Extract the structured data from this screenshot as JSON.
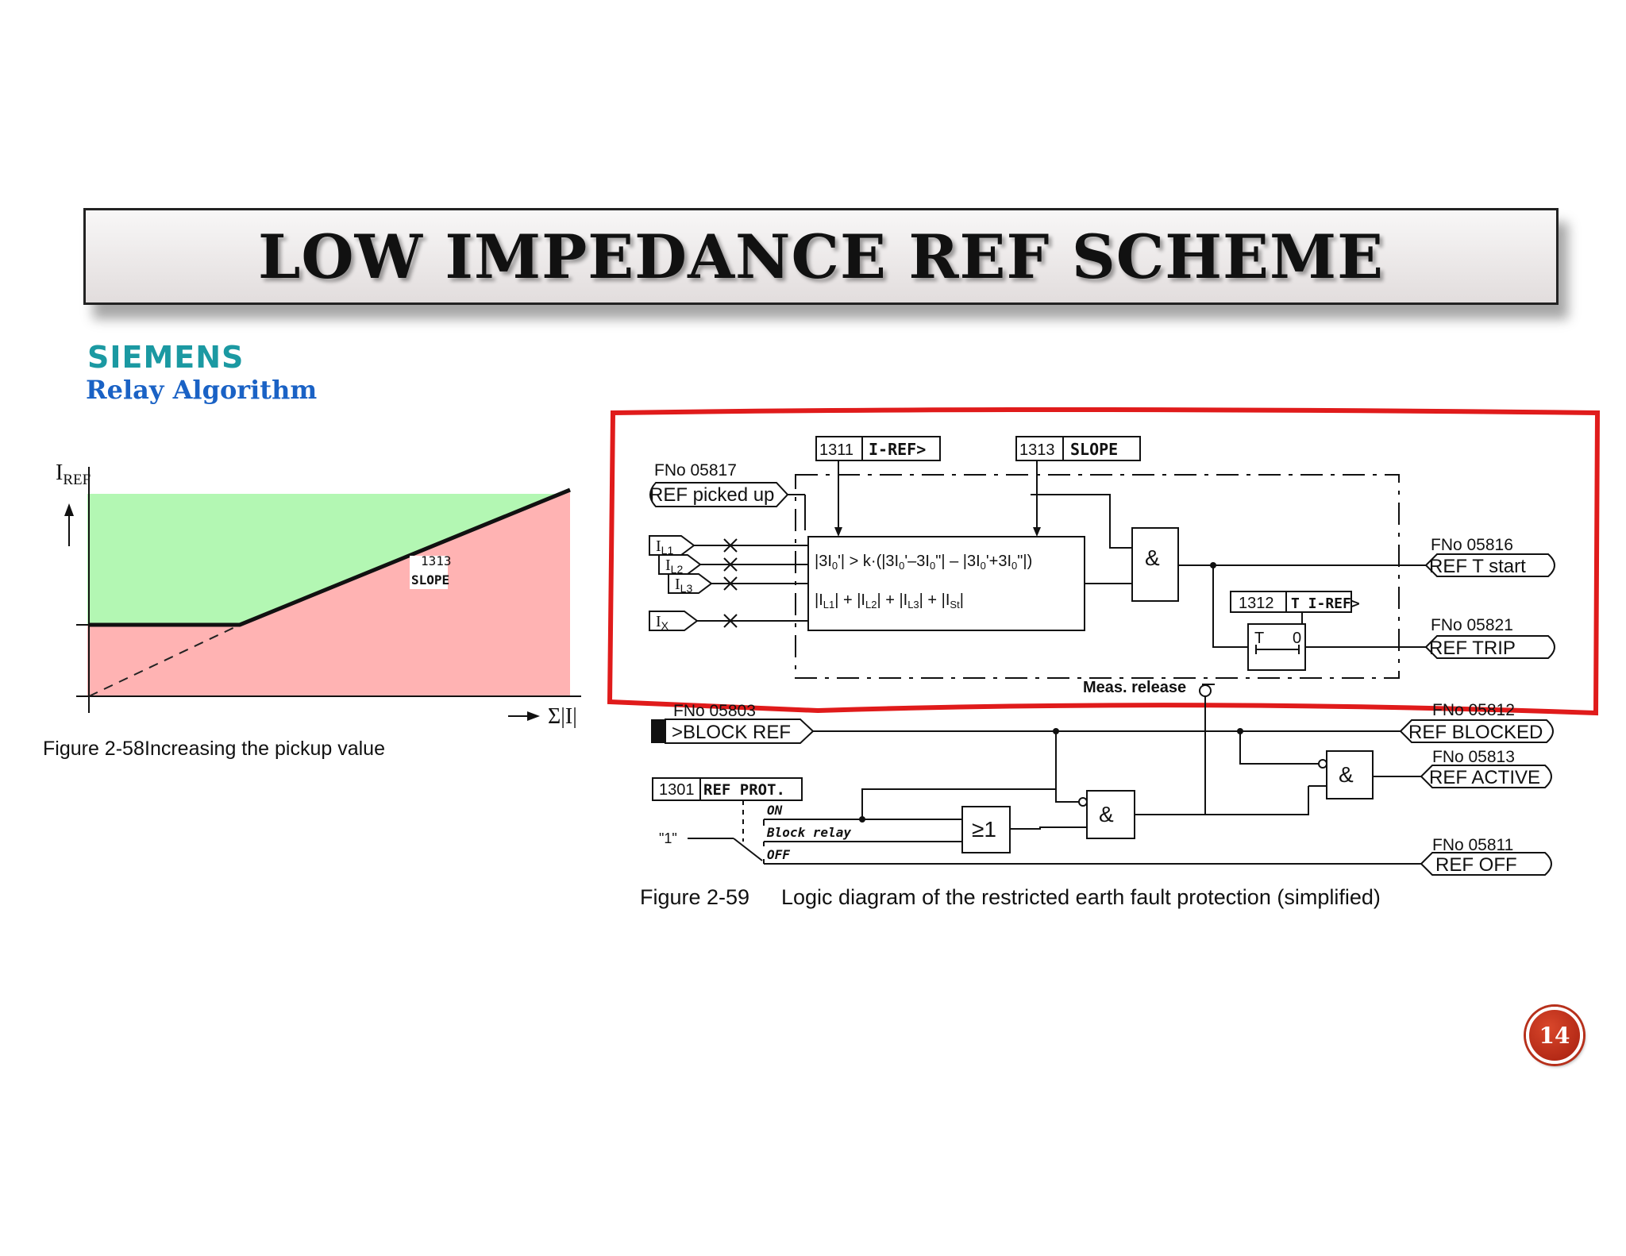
{
  "title": "LOW IMPEDANCE REF SCHEME",
  "brand": "SIEMENS",
  "subtitle": "Relay Algorithm",
  "page_number": "14",
  "fig58": {
    "y_label": "I",
    "y_sub": "REF",
    "x_label": "Σ|I|",
    "param_no": "1313",
    "param_name": "SLOPE",
    "caption_no": "Figure 2-58",
    "caption": "Increasing the pickup value",
    "colors": {
      "trip_region": "#ffb3b3",
      "restraint_region": "#b3f7b3"
    }
  },
  "fig59": {
    "param_iref_no": "1311",
    "param_iref": "I-REF>",
    "param_slope_no": "1313",
    "param_slope": "SLOPE",
    "param_tref_no": "1312",
    "param_tref": "T I-REF>",
    "param_prot_no": "1301",
    "param_prot": "REF PROT.",
    "fno_picked": "FNo 05817",
    "lbl_picked": "REF picked up",
    "in_l1": "I",
    "in_l1_sub": "L1",
    "in_l2": "I",
    "in_l2_sub": "L2",
    "in_l3": "I",
    "in_l3_sub": "L3",
    "in_x": "I",
    "in_x_sub": "X",
    "and_sym": "&",
    "or_sym": "≥1",
    "timer_t": "T",
    "timer_0": "0",
    "fno_tstart": "FNo 05816",
    "lbl_tstart": "REF T start",
    "fno_trip": "FNo 05821",
    "lbl_trip": "REF TRIP",
    "meas_release": "Meas. release",
    "fno_block": "FNo 05803",
    "lbl_block": ">BLOCK REF",
    "fno_blocked": "FNo 05812",
    "lbl_blocked": "REF BLOCKED",
    "fno_active": "FNo 05813",
    "lbl_active": "REF ACTIVE",
    "fno_off": "FNo 05811",
    "lbl_off": "REF OFF",
    "sw_on": "ON",
    "sw_block": "Block relay",
    "sw_off": "OFF",
    "const_one": "\"1\"",
    "caption_no": "Figure 2-59",
    "caption": "Logic diagram of the restricted earth fault protection (simplified)",
    "highlight_color": "#e01b1b"
  }
}
